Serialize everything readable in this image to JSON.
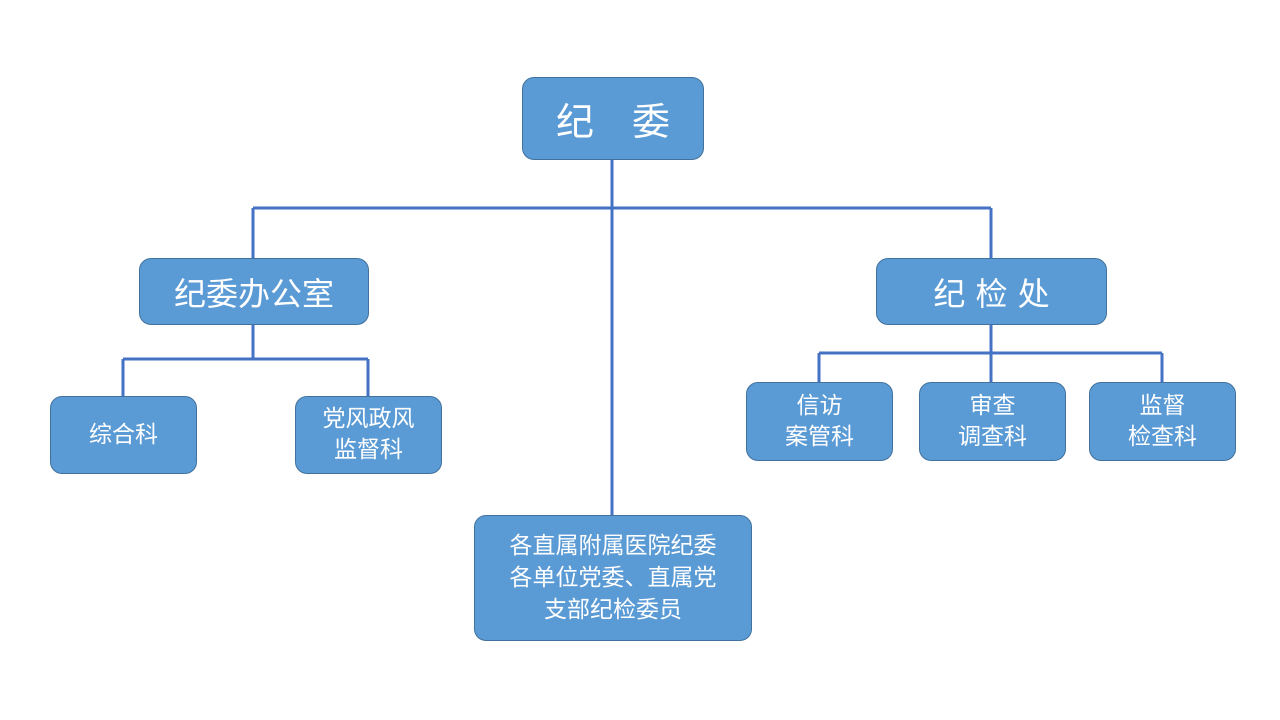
{
  "diagram": {
    "root": {
      "label": "纪　委"
    },
    "branches": [
      {
        "label": "纪委办公室",
        "children": [
          {
            "lines": [
              "综合科"
            ]
          },
          {
            "lines": [
              "党风政风",
              "监督科"
            ]
          }
        ]
      },
      {
        "label": "纪 检 处",
        "children": [
          {
            "lines": [
              "信访",
              "案管科"
            ]
          },
          {
            "lines": [
              "审查",
              "调查科"
            ]
          },
          {
            "lines": [
              "监督",
              "检查科"
            ]
          }
        ]
      }
    ],
    "bottom": {
      "lines": [
        "各直属附属医院纪委",
        "各单位党委、直属党",
        "支部纪检委员"
      ]
    }
  },
  "colors": {
    "node_fill": "#5b9bd5",
    "node_border": "#41719c",
    "connector": "#4472c4",
    "text": "#ffffff"
  }
}
